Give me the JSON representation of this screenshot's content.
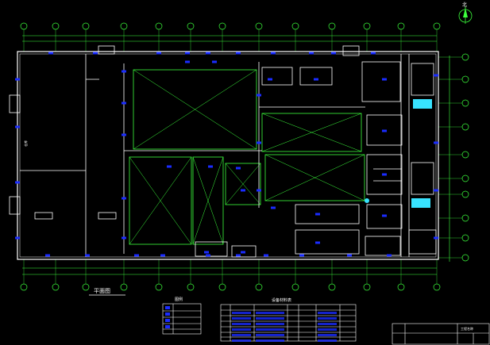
{
  "drawing": {
    "north_label": "北",
    "plan_title": "平面图",
    "legend_title": "图例",
    "table_title": "设备材料表",
    "room_labels": [
      "仓库"
    ],
    "title_block_text": [
      "工程名称"
    ]
  },
  "colors": {
    "background": "#000000",
    "wall": "#ffffff",
    "grid_axis": "#3cff3c",
    "zone_line": "#3cff3c",
    "blue_marker": "#1a2cff",
    "cyan_marker": "#38e3ff",
    "text": "#ffffff"
  }
}
